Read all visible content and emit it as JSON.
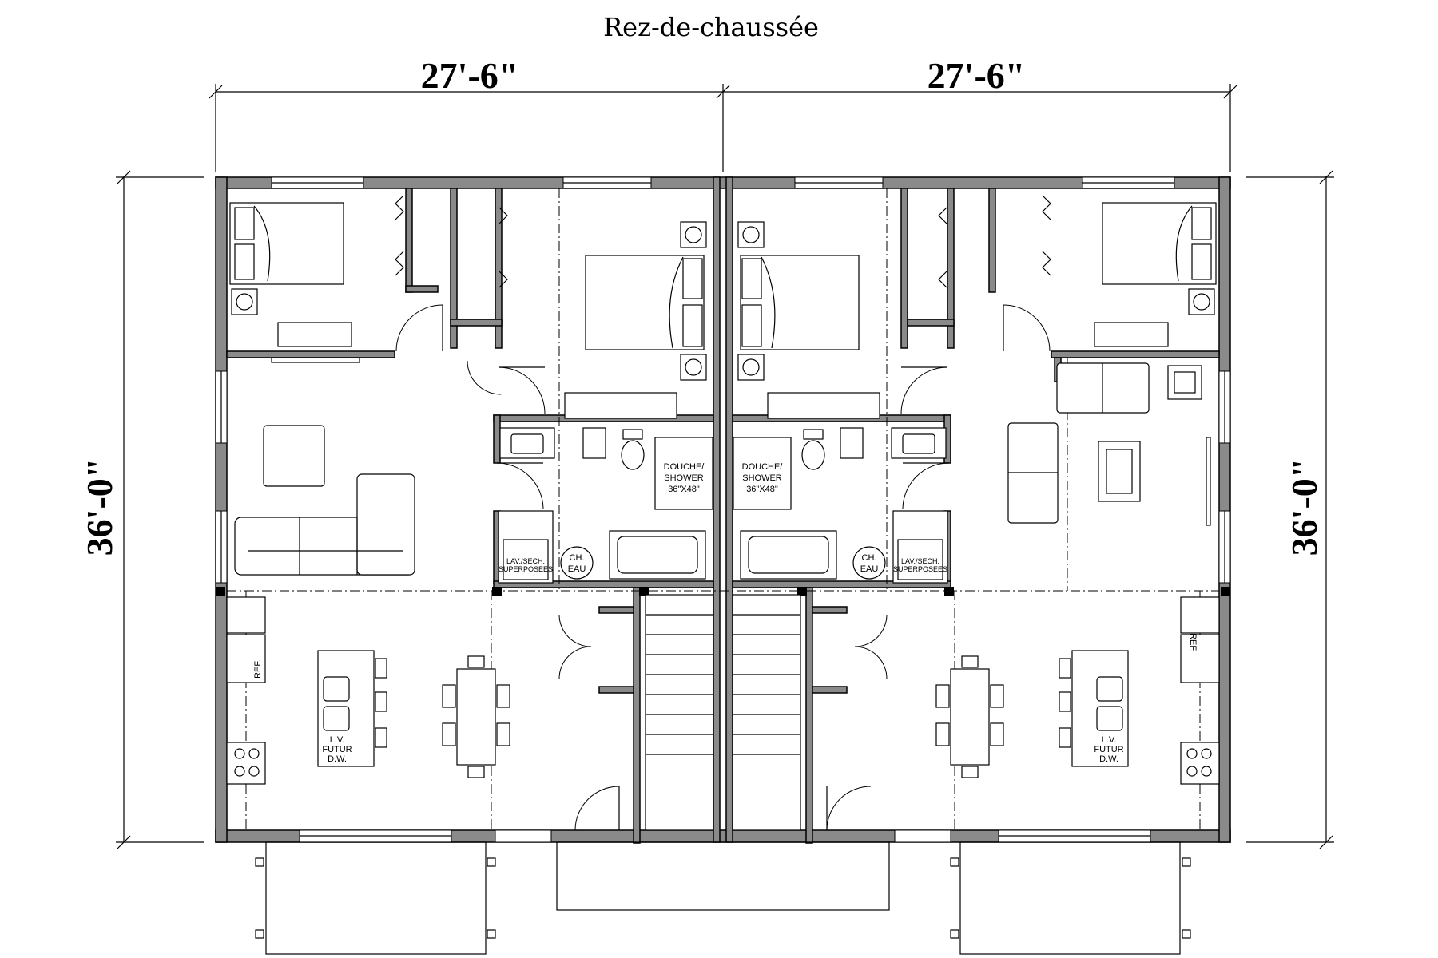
{
  "title": "Rez-de-chaussée",
  "dimensions": {
    "top_left": "27'-6\"",
    "top_right": "27'-6\"",
    "side_left": "36'-0\"",
    "side_right": "36'-0\""
  },
  "labels": {
    "shower_line1": "DOUCHE/",
    "shower_line2": "SHOWER",
    "shower_size": "36\"X48\"",
    "washer_line1": "LAV./SECH.",
    "washer_line2": "SUPERPOSEES",
    "water_heater_line1": "CH.",
    "water_heater_line2": "EAU",
    "fridge": "REF.",
    "dishwasher_line1": "L.V.",
    "dishwasher_line2": "FUTUR",
    "dishwasher_line3": "D.W."
  }
}
